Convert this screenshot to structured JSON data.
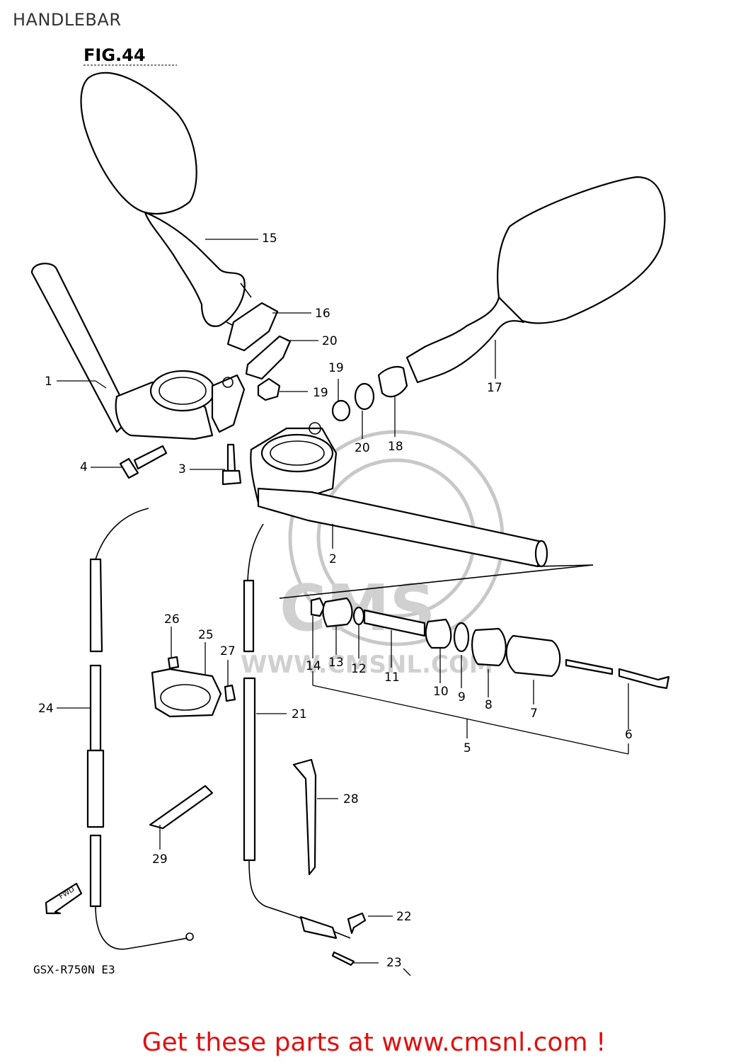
{
  "page": {
    "title": "HANDLEBAR",
    "figure_label": "FIG.44",
    "model_code": "GSX-R750N E3",
    "fwd_arrow_label": "FWD",
    "footer_text": "Get these parts at www.cmsnl.com !",
    "accent_color": "#e01010"
  },
  "watermark": {
    "brand": "CMS",
    "url": "WWW.CMSNL.COM"
  },
  "callouts": [
    {
      "id": "1",
      "label": "1"
    },
    {
      "id": "2",
      "label": "2"
    },
    {
      "id": "3",
      "label": "3"
    },
    {
      "id": "4",
      "label": "4"
    },
    {
      "id": "5",
      "label": "5"
    },
    {
      "id": "6",
      "label": "6"
    },
    {
      "id": "7",
      "label": "7"
    },
    {
      "id": "8",
      "label": "8"
    },
    {
      "id": "9",
      "label": "9"
    },
    {
      "id": "10",
      "label": "10"
    },
    {
      "id": "11",
      "label": "11"
    },
    {
      "id": "12",
      "label": "12"
    },
    {
      "id": "13",
      "label": "13"
    },
    {
      "id": "14",
      "label": "14"
    },
    {
      "id": "15",
      "label": "15"
    },
    {
      "id": "16",
      "label": "16"
    },
    {
      "id": "17",
      "label": "17"
    },
    {
      "id": "18",
      "label": "18"
    },
    {
      "id": "19a",
      "label": "19"
    },
    {
      "id": "19b",
      "label": "19"
    },
    {
      "id": "20a",
      "label": "20"
    },
    {
      "id": "20b",
      "label": "20"
    },
    {
      "id": "21",
      "label": "21"
    },
    {
      "id": "22",
      "label": "22"
    },
    {
      "id": "23",
      "label": "23"
    },
    {
      "id": "24",
      "label": "24"
    },
    {
      "id": "25",
      "label": "25"
    },
    {
      "id": "26",
      "label": "26"
    },
    {
      "id": "27",
      "label": "27"
    },
    {
      "id": "28",
      "label": "28"
    },
    {
      "id": "29",
      "label": "29"
    }
  ]
}
